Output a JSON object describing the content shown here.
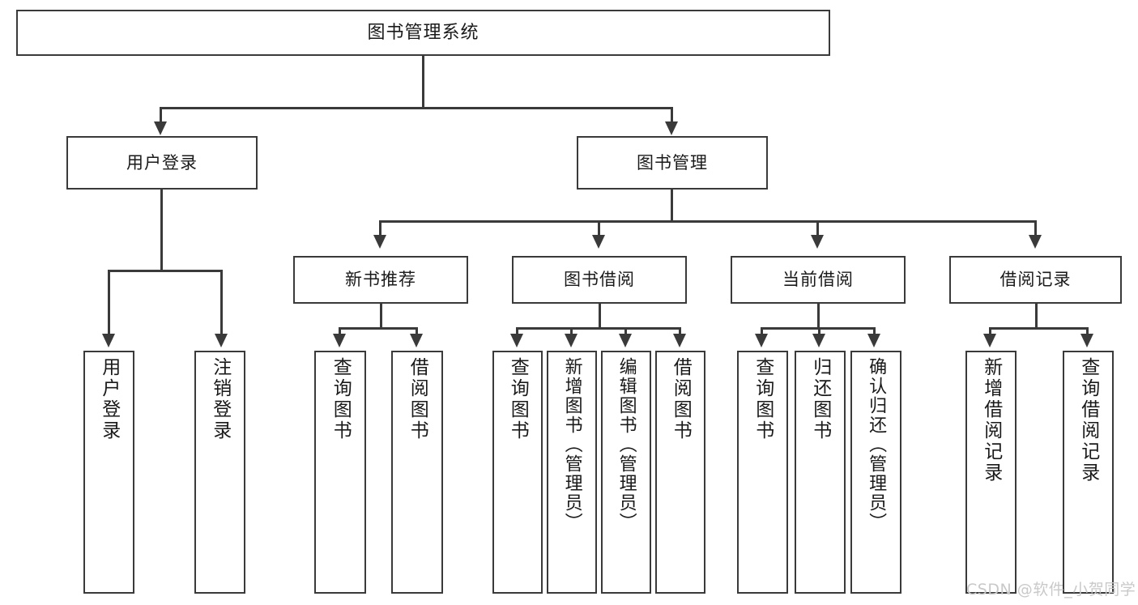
{
  "diagram": {
    "type": "tree-hierarchy",
    "title": "图书管理系统",
    "root": {
      "label": "图书管理系统"
    },
    "level2": [
      {
        "id": "user-login",
        "label": "用户登录"
      },
      {
        "id": "book-management",
        "label": "图书管理"
      }
    ],
    "level3": [
      {
        "id": "new-book-recommend",
        "label": "新书推荐",
        "parent": "book-management"
      },
      {
        "id": "book-borrow",
        "label": "图书借阅",
        "parent": "book-management"
      },
      {
        "id": "current-borrow",
        "label": "当前借阅",
        "parent": "book-management"
      },
      {
        "id": "borrow-record",
        "label": "借阅记录",
        "parent": "book-management"
      }
    ],
    "leaves": {
      "user-login": [
        {
          "id": "leaf-user-login",
          "label": "用户登录"
        },
        {
          "id": "leaf-user-logout",
          "label": "注销登录"
        }
      ],
      "new-book-recommend": [
        {
          "id": "leaf-query-book-1",
          "label": "查询图书"
        },
        {
          "id": "leaf-borrow-book-1",
          "label": "借阅图书"
        }
      ],
      "book-borrow": [
        {
          "id": "leaf-query-book-2",
          "label": "查询图书"
        },
        {
          "id": "leaf-add-book",
          "label": "新增图书（管理员）"
        },
        {
          "id": "leaf-edit-book",
          "label": "编辑图书（管理员）"
        },
        {
          "id": "leaf-borrow-book-2",
          "label": "借阅图书"
        }
      ],
      "current-borrow": [
        {
          "id": "leaf-query-book-3",
          "label": "查询图书"
        },
        {
          "id": "leaf-return-book",
          "label": "归还图书"
        },
        {
          "id": "leaf-confirm-return",
          "label": "确认归还（管理员）"
        }
      ],
      "borrow-record": [
        {
          "id": "leaf-add-record",
          "label": "新增借阅记录"
        },
        {
          "id": "leaf-query-record",
          "label": "查询借阅记录"
        }
      ]
    },
    "colors": {
      "stroke": "#3a3a3a",
      "fill": "#ffffff",
      "text": "#1a1a1a",
      "watermark": "#c9c9c9"
    }
  },
  "watermark": {
    "text": "CSDN @软件_小贺同学"
  }
}
